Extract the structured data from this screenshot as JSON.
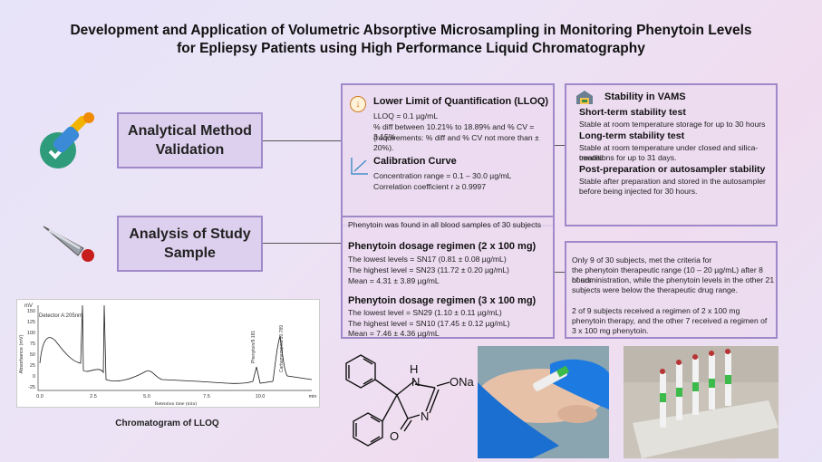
{
  "title_line1": "Development and Application of Volumetric Absorptive Microsampling in Monitoring Phenytoin Levels",
  "title_line2": "for Epliepsy Patients using High Performance Liquid Chromatography",
  "sections": {
    "validation_label": "Analytical Method Validation",
    "study_label": "Analysis of Study Sample"
  },
  "lloq": {
    "heading": "Lower Limit of Quantification (LLOQ)",
    "lines": [
      "LLOQ = 0.1 µg/mL",
      "% diff between 10.21% to 18.89% and % CV = 3.15%",
      "(requirements: % diff and % CV not more than ± 20%)."
    ]
  },
  "calibration": {
    "heading": "Calibration Curve",
    "lines": [
      "Concentration range = 0.1 – 30.0 µg/mL",
      "Correlation coefficient r ≥ 0.9997"
    ]
  },
  "stability": {
    "heading": "Stability in VAMS",
    "short_heading": "Short-term stability test",
    "short_text": "Stable at room temperature storage for up to 30 hours",
    "long_heading": "Long-term stability test",
    "long_text1": "Stable at room temperature under closed and silica-treated",
    "long_text2": "conditions for up to 31 days.",
    "post_heading": "Post-preparation or autosampler stability",
    "post_text1": "Stable after preparation and stored in the autosampler",
    "post_text2": "before being injected for 30 hours."
  },
  "study": {
    "intro": "Phenytoin was found in all blood samples of 30 subjects",
    "regimen1_heading": "Phenytoin dosage regimen (2 x 100 mg)",
    "regimen1_lines": [
      "The lowest levels = SN17 (0.81 ± 0.08 µg/mL)",
      "The highest level = SN23  (11.72 ± 0.20 µg/mL)",
      "Mean =  4.31 ± 3.89 µg/mL"
    ],
    "regimen2_heading": "Phenytoin dosage regimen (3 x 100 mg)",
    "regimen2_lines": [
      "The lowest level = SN29 (1.10 ± 0.11 µg/mL)",
      "The highest level = SN10 (17.45 ± 0.12 µg/mL)",
      "Mean = 7.46 ± 4.36 µg/mL"
    ]
  },
  "results": {
    "p1": [
      "Only 9 of 30 subjects, met the criteria for",
      "the phenytoin therapeutic range (10 – 20 µg/mL) after 8 hours",
      "of administration, while the phenytoin levels in the other 21",
      "subjects were below the therapeutic drug range."
    ],
    "p2": [
      "2 of 9 subjects received a regimen of 2 x 100 mg",
      "phenytoin therapy, and the other 7 received a regimen of",
      "3 x 100 mg phenytoin."
    ]
  },
  "chromatogram": {
    "caption": "Chromatogram of LLOQ",
    "unit_label": "mV",
    "detector_label": "Detector A:205nm",
    "ylabel": "Absorbance (mV)",
    "xlabel": "Retention time (min)",
    "x_unit": "min",
    "yticks": [
      "150",
      "125",
      "100",
      "75",
      "50",
      "25",
      "0",
      "-25"
    ],
    "xticks": [
      "0.0",
      "2.5",
      "5.0",
      "7.5",
      "10.0"
    ],
    "peak1_label": "Phenytoin/9.181",
    "peak2_label": "Carbamazepine/10.789"
  },
  "structure": {
    "h_label": "H",
    "n_label": "N",
    "n2_label": "N",
    "ona_label": "ONa",
    "o_label": "O"
  }
}
